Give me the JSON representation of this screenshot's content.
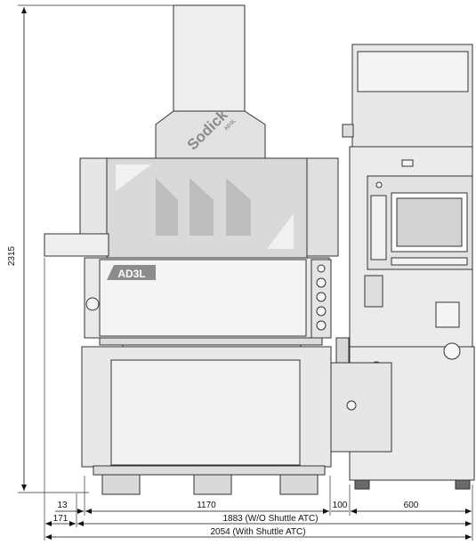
{
  "brand": {
    "logo_text": "Sodick",
    "logo_sub": "AD3L",
    "model_badge": "AD3L"
  },
  "dimensions": {
    "height": "2315",
    "left_offset": "13",
    "body_width": "1170",
    "gap": "100",
    "cabinet_width": "600",
    "left_overhang": "171",
    "total_without": "1883 (W/O Shuttle ATC)",
    "total_with": "2054 (With Shuttle ATC)"
  },
  "colors": {
    "line": "#333333",
    "body_fill": "#e9e9e9",
    "panel_fill": "#f4f4f4",
    "glass_fill": "#cfcfcf",
    "dark_fill": "#6a6a6a"
  }
}
